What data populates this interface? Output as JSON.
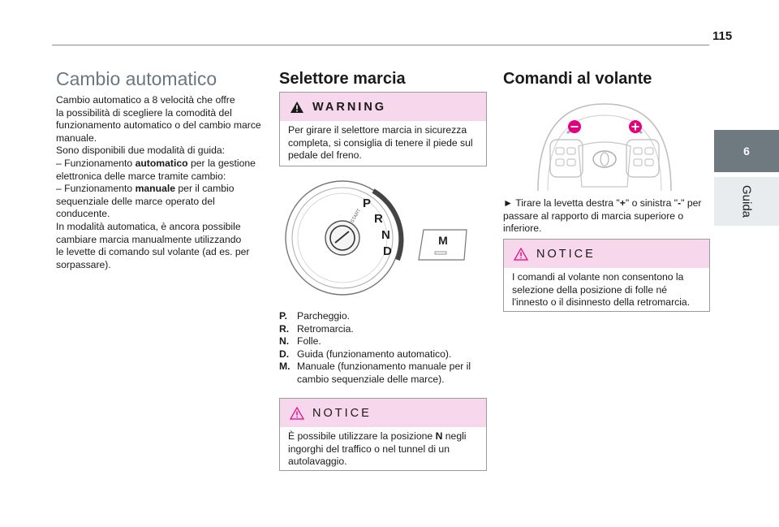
{
  "page": {
    "number": "115"
  },
  "side": {
    "chapter_number": "6",
    "chapter_label": "Guida"
  },
  "col1": {
    "title": "Cambio automatico",
    "lines": [
      "Cambio automatico a 8 velocità che offre",
      "la possibilità di scegliere la comodità del",
      "funzionamento automatico o del cambio marce",
      "manuale.",
      "Sono disponibili due modalità di guida:",
      [
        "– Funzionamento ",
        "automatico",
        " per la gestione"
      ],
      "elettronica delle marce tramite cambio:",
      [
        "– Funzionamento ",
        "manuale",
        " per il cambio"
      ],
      "sequenziale delle marce operato del",
      "conducente.",
      "In modalità automatica, è ancora possibile",
      "cambiare marcia manualmente utilizzando",
      "le levette di comando sul volante (ad es. per",
      "sorpassare)."
    ]
  },
  "col2": {
    "title": "Selettore marcia",
    "warning": {
      "heading": "WARNING",
      "text": "Per girare il selettore marcia in sicurezza completa, si consiglia di tenere il piede sul pedale del freno."
    },
    "selector": {
      "letters": [
        "P",
        "R",
        "N",
        "D"
      ],
      "start_label": "START",
      "m_button": "M"
    },
    "gears": [
      {
        "key": "P.",
        "desc": "Parcheggio."
      },
      {
        "key": "R.",
        "desc": "Retromarcia."
      },
      {
        "key": "N.",
        "desc": "Folle."
      },
      {
        "key": "D.",
        "desc": "Guida (funzionamento automatico)."
      },
      {
        "key": "M.",
        "desc": "Manuale (funzionamento manuale per il cambio sequenziale delle marce)."
      }
    ],
    "notice": {
      "heading": "NOTICE",
      "text_before": "È possibile utilizzare la posizione ",
      "text_bold": "N",
      "text_after": " negli ingorghi del traffico o nel tunnel di un autolavaggio."
    }
  },
  "col3": {
    "title": "Comandi al volante",
    "instruction_before": "► Tirare la levetta destra \"",
    "plus": "+",
    "instruction_mid": "\" o sinistra \"",
    "minus": "-",
    "instruction_after": "\" per passare al rapporto di marcia superiore o inferiore.",
    "notice": {
      "heading": "NOTICE",
      "text": "I comandi al volante non consentono la selezione della posizione di folle né l'innesto o il disinnesto della retromarcia."
    }
  },
  "colors": {
    "accent": "#e6007e",
    "tab": "#6e7a80",
    "title_grey": "#6b7780",
    "box_header": "#f7d7ec"
  }
}
